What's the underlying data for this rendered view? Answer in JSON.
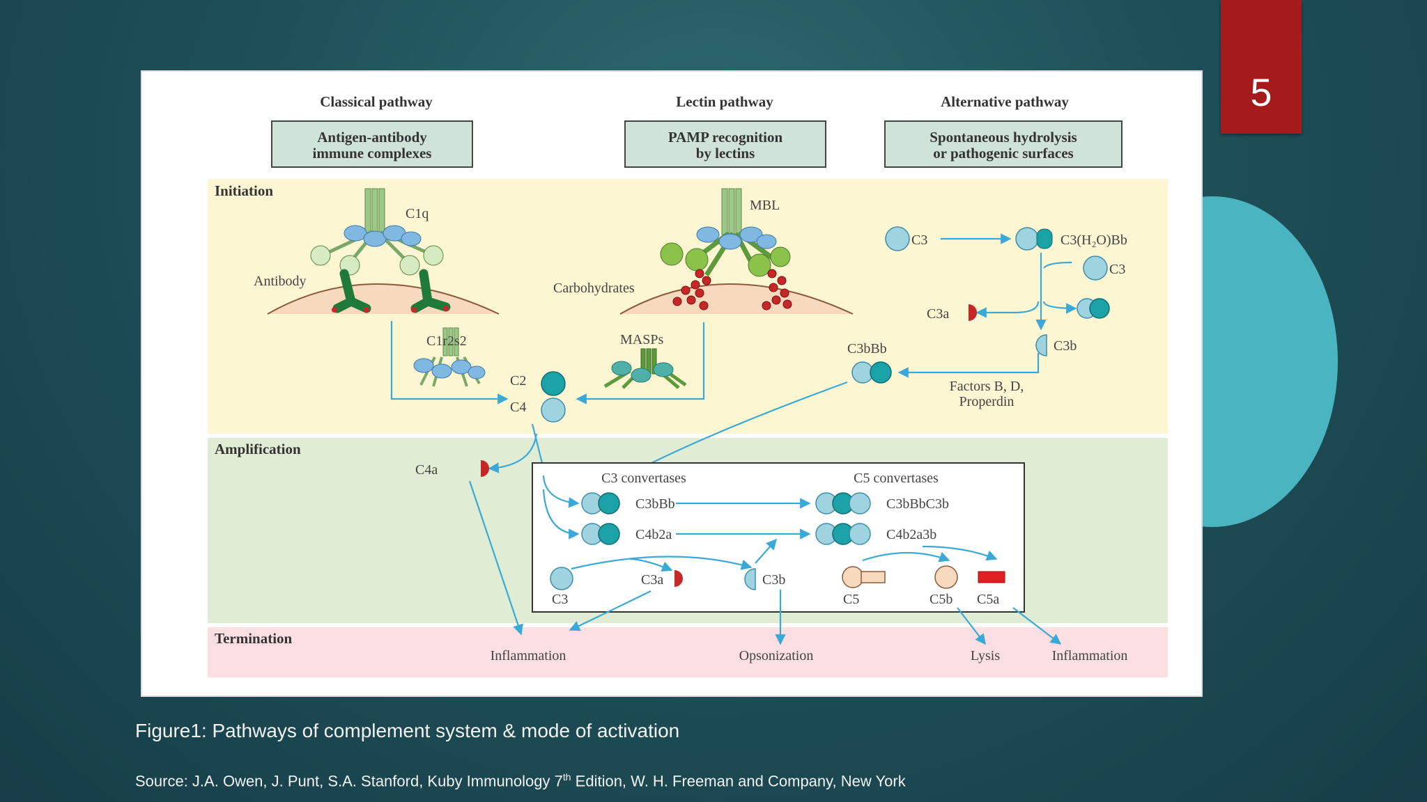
{
  "slide_number": "5",
  "figure": {
    "pathways": {
      "classical": {
        "title": "Classical pathway",
        "box_line1": "Antigen-antibody",
        "box_line2": "immune complexes"
      },
      "lectin": {
        "title": "Lectin pathway",
        "box_line1": "PAMP recognition",
        "box_line2": "by lectins"
      },
      "alternative": {
        "title": "Alternative pathway",
        "box_line1": "Spontaneous hydrolysis",
        "box_line2": "or pathogenic surfaces"
      }
    },
    "stages": {
      "initiation": "Initiation",
      "amplification": "Amplification",
      "termination": "Termination"
    },
    "initiation": {
      "c1q": "C1q",
      "antibody": "Antibody",
      "mbl": "MBL",
      "carbohydrates": "Carbohydrates",
      "c1r2s2": "C1r2s2",
      "masps": "MASPs",
      "c2": "C2",
      "c4": "C4",
      "c3": "C3",
      "c3h2obb": "C3(H₂O)Bb",
      "c3_second": "C3",
      "c3a": "C3a",
      "c3b": "C3b",
      "c3bbb": "C3bBb",
      "factors_line1": "Factors B, D,",
      "factors_line2": "Properdin"
    },
    "amplification": {
      "c4a": "C4a",
      "c3_convertases": "C3 convertases",
      "c5_convertases": "C5 convertases",
      "c3bbb": "C3bBb",
      "c4b2a": "C4b2a",
      "c3bbbc3b": "C3bBbC3b",
      "c4b2a3b": "C4b2a3b",
      "c3": "C3",
      "c3a": "C3a",
      "c3b": "C3b",
      "c5": "C5",
      "c5b": "C5b",
      "c5a": "C5a"
    },
    "termination": {
      "inflammation_1": "Inflammation",
      "opsonization": "Opsonization",
      "lysis": "Lysis",
      "inflammation_2": "Inflammation"
    }
  },
  "caption": "Figure1: Pathways of complement system & mode of  activation",
  "source_before": "Source: J.A. Owen, J. Punt, S.A. Stanford, Kuby Immunology 7",
  "source_sup": "th",
  "source_after": " Edition, W. H. Freeman and Company, New York",
  "colors": {
    "accent_red": "#a51a1a",
    "accent_teal": "#4ab5c1",
    "flow_blue": "#3aa9d8"
  }
}
